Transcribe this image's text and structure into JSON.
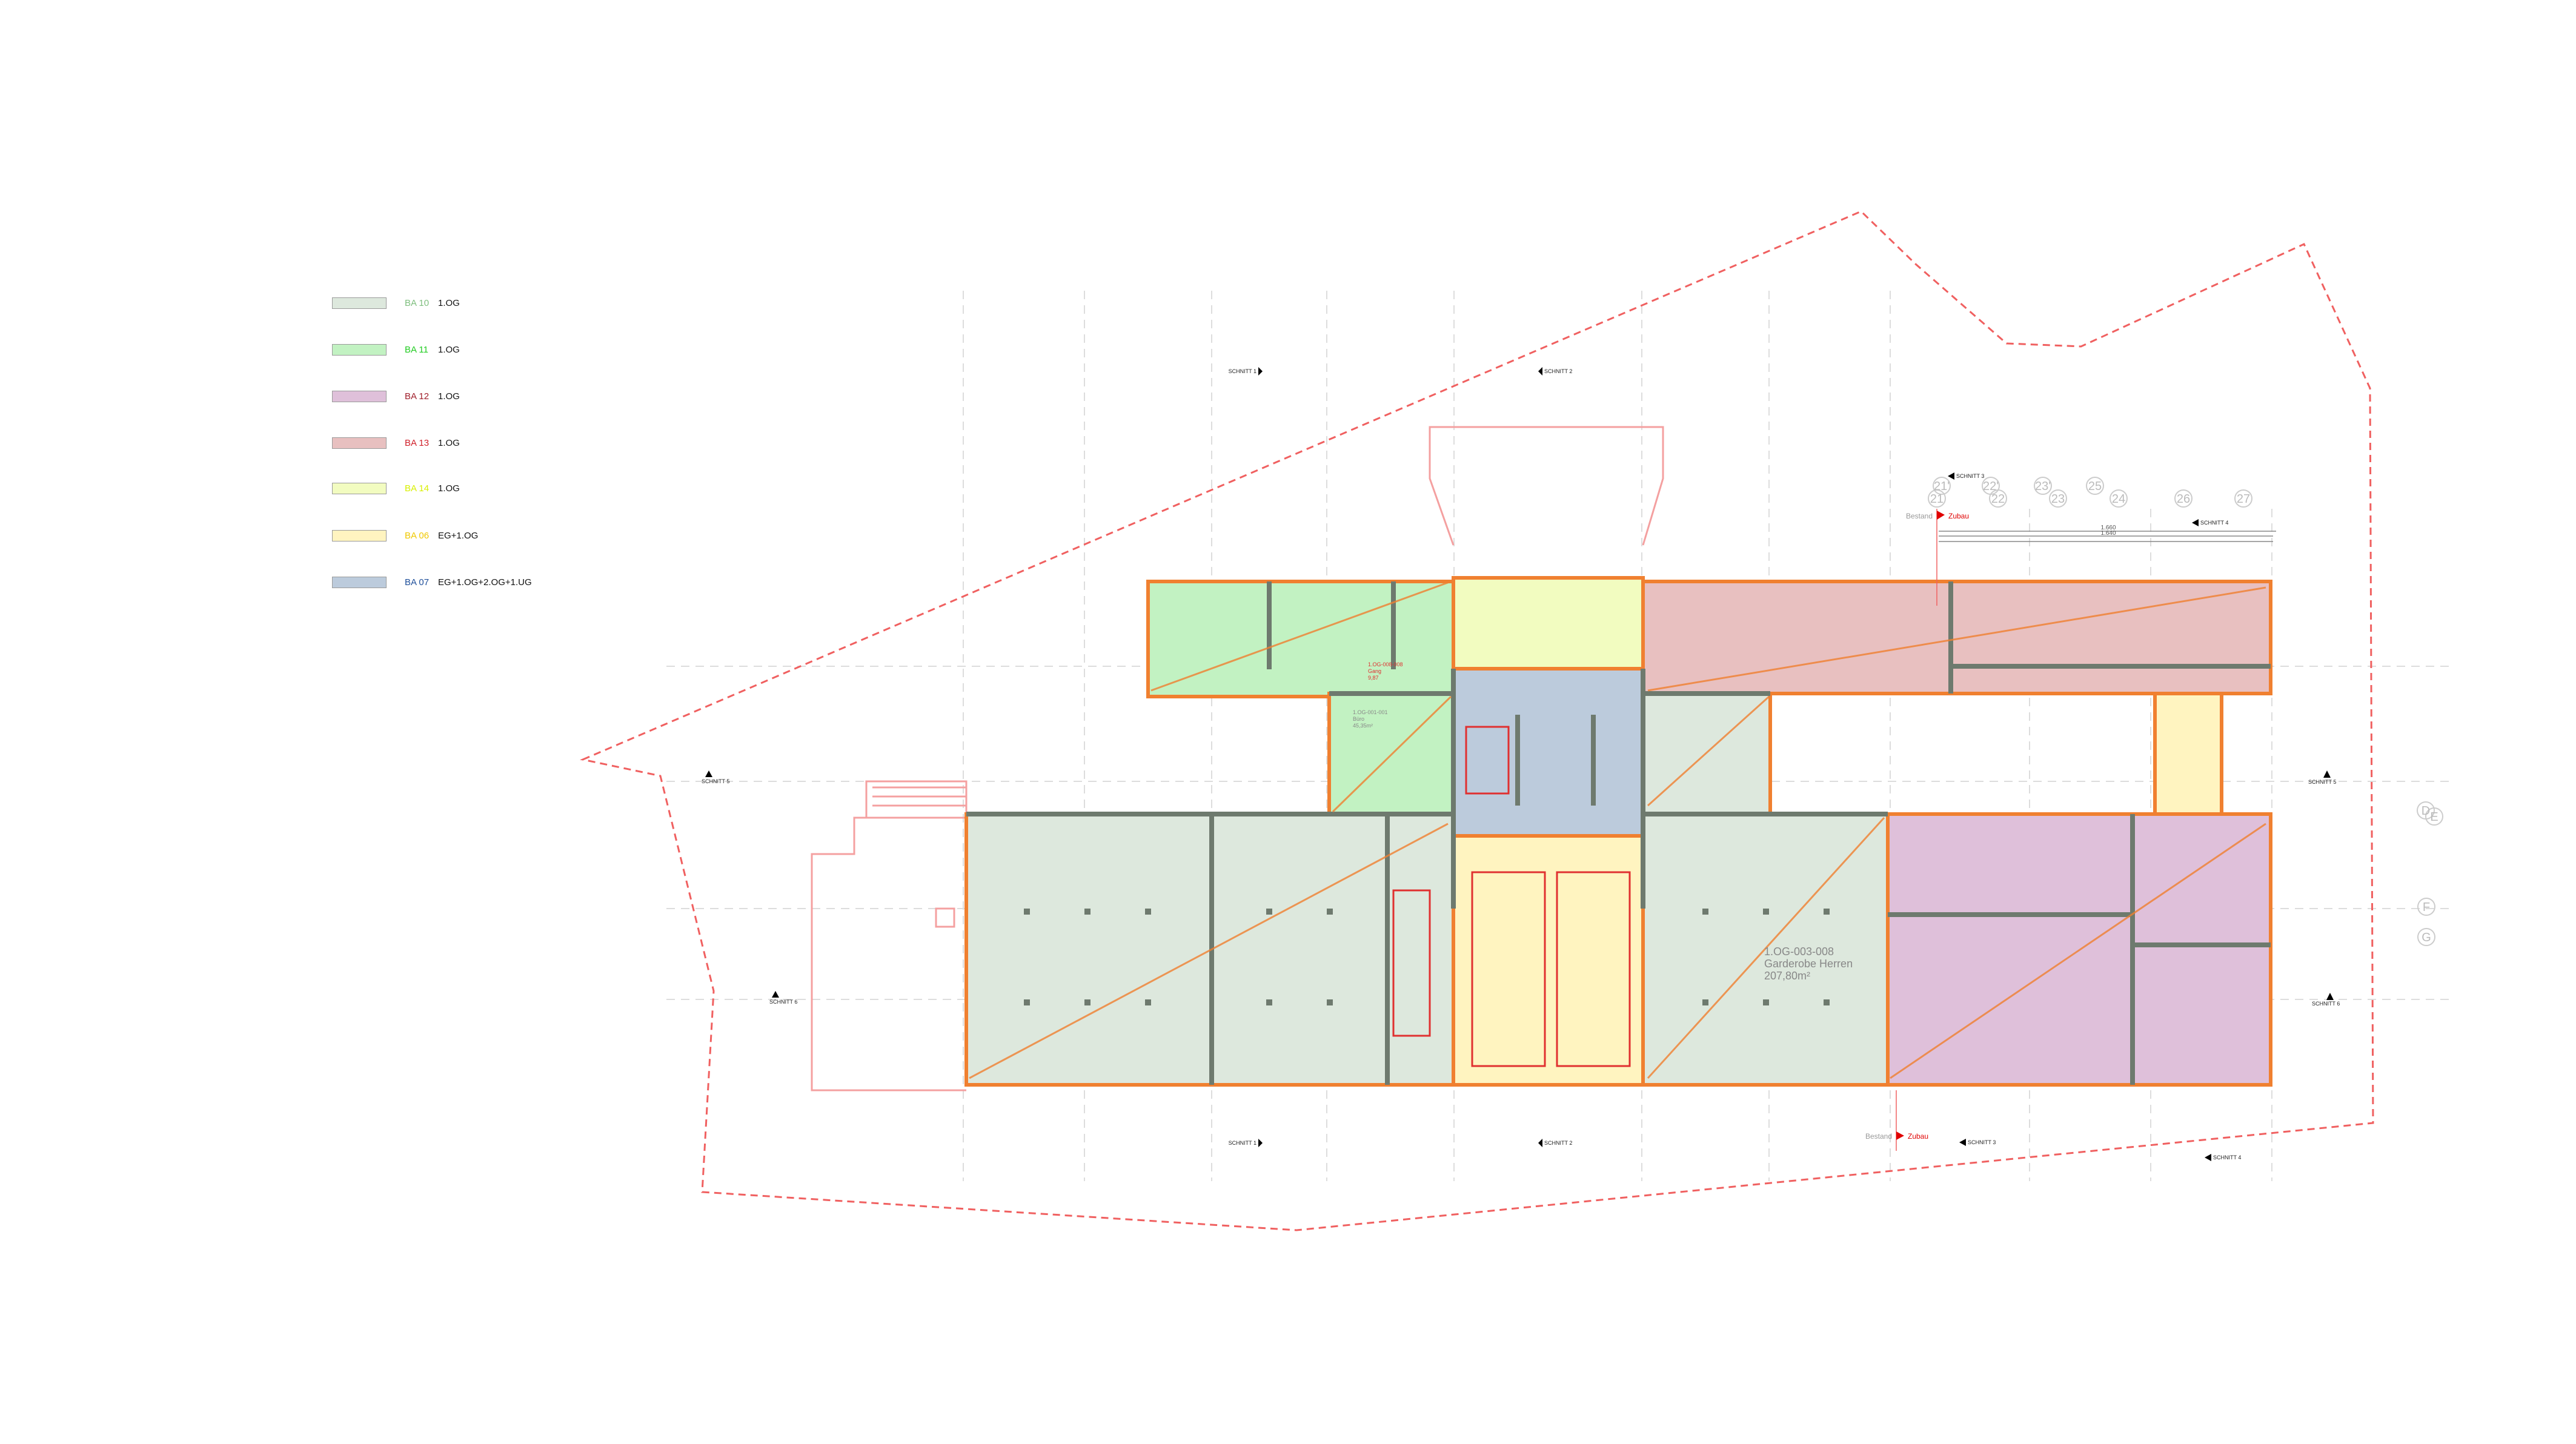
{
  "legend": {
    "items": [
      {
        "code": "BA 10",
        "floors": "1.OG",
        "fill": "#dde8dd",
        "text_color": "#7fbf7f"
      },
      {
        "code": "BA 11",
        "floors": "1.OG",
        "fill": "#c2f2c2",
        "text_color": "#22cc22"
      },
      {
        "code": "BA 12",
        "floors": "1.OG",
        "fill": "#dfc0da",
        "text_color": "#a01e2a"
      },
      {
        "code": "BA 13",
        "floors": "1.OG",
        "fill": "#e8c0c0",
        "text_color": "#d0202a"
      },
      {
        "code": "BA 14",
        "floors": "1.OG",
        "fill": "#f2fcc0",
        "text_color": "#d8f000"
      },
      {
        "code": "BA 06",
        "floors": "EG+1.OG",
        "fill": "#fff4c0",
        "text_color": "#f0c800"
      },
      {
        "code": "BA 07",
        "floors": "EG+1.OG+2.OG+1.UG",
        "fill": "#bccbdc",
        "text_color": "#1f4f9a"
      }
    ]
  },
  "sections": {
    "s1": "SCHNITT 1",
    "s2": "SCHNITT 2",
    "s3": "SCHNITT 3",
    "s4": "SCHNITT 4",
    "s5": "SCHNITT 5",
    "s6": "SCHNITT 6"
  },
  "markers": {
    "bestand": "Bestand",
    "zubau": "Zubau"
  },
  "grid_axes": {
    "top": [
      "21",
      "22",
      "23",
      "24",
      "26",
      "27"
    ],
    "top_secondary": [
      "21'",
      "22'",
      "23'",
      "25"
    ],
    "right": [
      "D",
      "E",
      "F",
      "G"
    ]
  },
  "dimensions": {
    "total_1": "1.660",
    "total_2": "1.640"
  },
  "rooms": [
    {
      "id": "1.OG-003-008",
      "name": "Garderobe Herren",
      "area": "207,80m²"
    },
    {
      "id": "1.OG-001-001",
      "name": "Büro",
      "area": "45,35m²"
    },
    {
      "id": "1.OG-008-008",
      "name": "Gang",
      "area": "9,87"
    }
  ],
  "colors": {
    "site_boundary": "#f06060",
    "wall": "#6e7a6e",
    "new_wall": "#f08030",
    "grid": "#cccccc"
  }
}
